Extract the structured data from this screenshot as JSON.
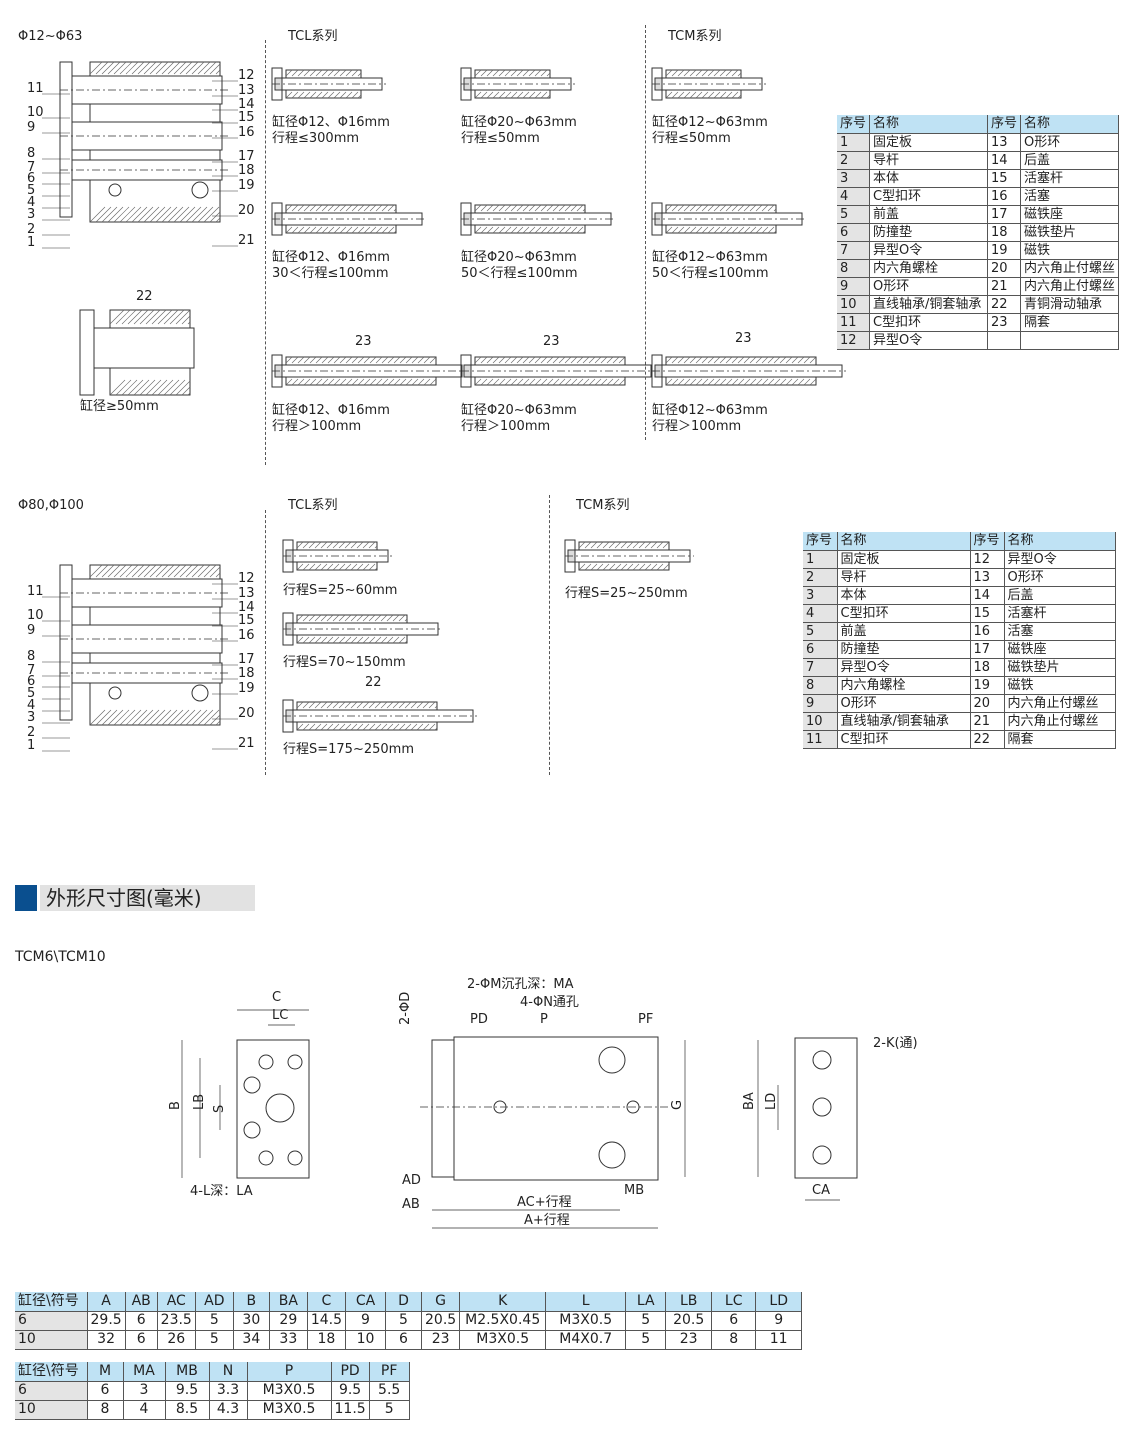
{
  "top": {
    "range_label": "Φ12~Φ63",
    "tcl_title": "TCL系列",
    "tcm_title": "TCM系列",
    "left_numbers": [
      "11",
      "10",
      "9",
      "8",
      "7",
      "6",
      "5",
      "4",
      "3",
      "2",
      "1"
    ],
    "right_numbers": [
      "12",
      "13",
      "14",
      "15",
      "16",
      "17",
      "18",
      "19",
      "20",
      "21"
    ],
    "detail_number": "22",
    "detail_caption": "缸径≥50mm",
    "captions": [
      [
        "缸径Φ12、Φ16mm",
        "行程≤300mm"
      ],
      [
        "缸径Φ20~Φ63mm",
        "行程≤50mm"
      ],
      [
        "缸径Φ12~Φ63mm",
        "行程≤50mm"
      ],
      [
        "缸径Φ12、Φ16mm",
        "30＜行程≤100mm"
      ],
      [
        "缸径Φ20~Φ63mm",
        "50＜行程≤100mm"
      ],
      [
        "缸径Φ12~Φ63mm",
        "50＜行程≤100mm"
      ],
      [
        "缸径Φ12、Φ16mm",
        "行程＞100mm"
      ],
      [
        "缸径Φ20~Φ63mm",
        "行程＞100mm"
      ],
      [
        "缸径Φ12~Φ63mm",
        "行程＞100mm"
      ]
    ],
    "spacer_number": "23",
    "parts_header": [
      "序号",
      "名称",
      "序号",
      "名称"
    ],
    "parts": [
      [
        "1",
        "固定板",
        "13",
        "O形环"
      ],
      [
        "2",
        "导杆",
        "14",
        "后盖"
      ],
      [
        "3",
        "本体",
        "15",
        "活塞杆"
      ],
      [
        "4",
        "C型扣环",
        "16",
        "活塞"
      ],
      [
        "5",
        "前盖",
        "17",
        "磁铁座"
      ],
      [
        "6",
        "防撞垫",
        "18",
        "磁铁垫片"
      ],
      [
        "7",
        "异型O令",
        "19",
        "磁铁"
      ],
      [
        "8",
        "内六角螺栓",
        "20",
        "内六角止付螺丝"
      ],
      [
        "9",
        "O形环",
        "21",
        "内六角止付螺丝"
      ],
      [
        "10",
        "直线轴承/铜套轴承",
        "22",
        "青铜滑动轴承"
      ],
      [
        "11",
        "C型扣环",
        "23",
        "隔套"
      ],
      [
        "12",
        "异型O令",
        "",
        ""
      ]
    ]
  },
  "mid": {
    "range_label": "Φ80,Φ100",
    "tcl_title": "TCL系列",
    "tcm_title": "TCM系列",
    "left_numbers": [
      "11",
      "10",
      "9",
      "8",
      "7",
      "6",
      "5",
      "4",
      "3",
      "2",
      "1"
    ],
    "right_numbers": [
      "12",
      "13",
      "14",
      "15",
      "16",
      "17",
      "18",
      "19",
      "20",
      "21"
    ],
    "tcl_captions": [
      "行程S=25~60mm",
      "行程S=70~150mm",
      "行程S=175~250mm"
    ],
    "spacer_number": "22",
    "tcm_caption": "行程S=25~250mm",
    "parts_header": [
      "序号",
      "名称",
      "序号",
      "名称"
    ],
    "parts": [
      [
        "1",
        "固定板",
        "12",
        "异型O令"
      ],
      [
        "2",
        "导杆",
        "13",
        "O形环"
      ],
      [
        "3",
        "本体",
        "14",
        "后盖"
      ],
      [
        "4",
        "C型扣环",
        "15",
        "活塞杆"
      ],
      [
        "5",
        "前盖",
        "16",
        "活塞"
      ],
      [
        "6",
        "防撞垫",
        "17",
        "磁铁座"
      ],
      [
        "7",
        "异型O令",
        "18",
        "磁铁垫片"
      ],
      [
        "8",
        "内六角螺栓",
        "19",
        "磁铁"
      ],
      [
        "9",
        "O形环",
        "20",
        "内六角止付螺丝"
      ],
      [
        "10",
        "直线轴承/铜套轴承",
        "21",
        "内六角止付螺丝"
      ],
      [
        "11",
        "C型扣环",
        "22",
        "隔套"
      ]
    ]
  },
  "section": {
    "title": "外形尺寸图(毫米)",
    "model": "TCM6\\TCM10"
  },
  "dim_labels": {
    "C": "C",
    "LC": "LC",
    "B": "B",
    "LB": "LB",
    "S": "S",
    "L": "4-L深：LA",
    "D": "2-ΦD",
    "M": "2-ΦM沉孔深：MA",
    "N": "4-ΦN通孔",
    "PD": "PD",
    "P": "P",
    "PF": "PF",
    "G": "G",
    "AD": "AD",
    "AB": "AB",
    "AC": "AC+行程",
    "A": "A+行程",
    "MB": "MB",
    "BA": "BA",
    "LD": "LD",
    "K": "2-K(通)",
    "CA": "CA"
  },
  "table1": {
    "header": [
      "缸径\\符号",
      "A",
      "AB",
      "AC",
      "AD",
      "B",
      "BA",
      "C",
      "CA",
      "D",
      "G",
      "K",
      "L",
      "LA",
      "LB",
      "LC",
      "LD"
    ],
    "rows": [
      [
        "6",
        "29.5",
        "6",
        "23.5",
        "5",
        "30",
        "29",
        "14.5",
        "9",
        "5",
        "20.5",
        "M2.5X0.45",
        "M3X0.5",
        "5",
        "20.5",
        "6",
        "9"
      ],
      [
        "10",
        "32",
        "6",
        "26",
        "5",
        "34",
        "33",
        "18",
        "10",
        "6",
        "23",
        "M3X0.5",
        "M4X0.7",
        "5",
        "23",
        "8",
        "11"
      ]
    ]
  },
  "table2": {
    "header": [
      "缸径\\符号",
      "M",
      "MA",
      "MB",
      "N",
      "P",
      "PD",
      "PF"
    ],
    "rows": [
      [
        "6",
        "6",
        "3",
        "9.5",
        "3.3",
        "M3X0.5",
        "9.5",
        "5.5"
      ],
      [
        "10",
        "8",
        "4",
        "8.5",
        "4.3",
        "M3X0.5",
        "11.5",
        "5"
      ]
    ]
  },
  "colors": {
    "header_blue": "#bfe2f4",
    "section_blue": "#0a4f8f"
  }
}
